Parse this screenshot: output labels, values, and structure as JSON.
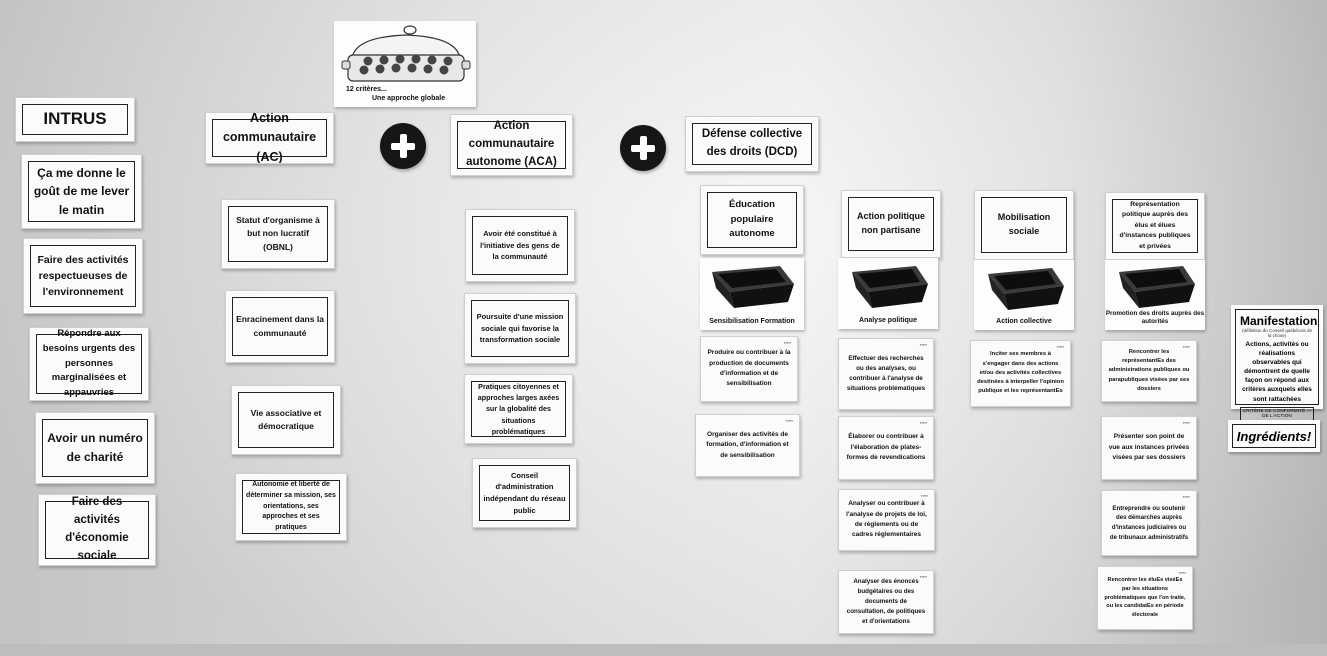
{
  "header_logo": {
    "caption_line1": "12 critères...",
    "caption_line2": "Une approche globale"
  },
  "intrus": {
    "title": "INTRUS",
    "items": [
      "Ça me donne le goût de me lever le matin",
      "Faire des activités respectueuses de l'environnement",
      "Répondre aux besoins urgents des personnes marginalisées et appauvries",
      "Avoir un numéro de charité",
      "Faire des activités d'économie sociale"
    ]
  },
  "ac": {
    "title": "Action communautaire (AC)",
    "items": [
      "Statut d'organisme à but non lucratif (OBNL)",
      "Enracinement dans la communauté",
      "Vie associative et démocratique",
      "Autonomie et liberté de déterminer sa mission, ses orientations, ses approches et ses pratiques"
    ]
  },
  "aca": {
    "title": "Action communautaire autonome (ACA)",
    "items": [
      "Avoir été constitué à l'initiative des gens de la communauté",
      "Poursuite d'une mission sociale qui favorise la transformation sociale",
      "Pratiques citoyennes et approches larges axées sur la globalité des situations problématiques",
      "Conseil d'administration indépendant du réseau public"
    ]
  },
  "dcd": {
    "title": "Défense collective des droits (DCD)",
    "columns": [
      {
        "header": "Éducation populaire autonome",
        "pan_label": "Sensibilisation Formation",
        "items": [
          "Produire ou contribuer à la production de documents d'information et de sensibilisation",
          "Organiser des activités de formation, d'information et de sensibilisation"
        ]
      },
      {
        "header": "Action politique non partisane",
        "pan_label": "Analyse politique",
        "items": [
          "Effectuer des recherches ou des analyses, ou contribuer à l'analyse de situations problématiques",
          "Élaborer ou contribuer à l'élaboration de plates-formes de revendications",
          "Analyser ou contribuer à l'analyse de projets de loi, de règlements ou de cadres réglementaires",
          "Analyser des énoncés budgétaires ou des documents de consultation, de politiques et d'orientations"
        ]
      },
      {
        "header": "Mobilisation sociale",
        "pan_label": "Action collective",
        "items": [
          "Inciter ses membres à s'engager dans des actions et/ou des activités collectives destinées à interpeller l'opinion publique et les représentantEs"
        ]
      },
      {
        "header": "Représentation politique auprès des élus et élues d'instances publiques et privées",
        "pan_label": "Promotion des droits auprès des autorités",
        "items": [
          "Rencontrer les représentantEs des administrations publiques ou parapubliques visées par ses dossiers",
          "Présenter son point de vue aux instances privées visées par ses dossiers",
          "Entreprendre ou soutenir des démarches auprès d'instances judiciaires ou de tribunaux administratifs",
          "Rencontrer les éluEs viséEs par les situations problématiques que l'on traite, ou les candidatEs en période électorale"
        ]
      }
    ]
  },
  "manifestation": {
    "title": "Manifestation",
    "subtitle": "(définition du Conseil québécois de la chose)",
    "body": "Actions, activités ou réalisations observables qui démontrent de quelle façon on répond aux critères auxquels elles sont rattachées",
    "link": "CRITÈRE DE CONFORMITÉ — DE L'ACTION"
  },
  "ingredients": {
    "label": "Ingrédients!"
  },
  "colors": {
    "card": "#fbfbfb",
    "ink": "#111111",
    "plus_circle": "#161616",
    "pan": "#1a1a1a"
  },
  "icons": [
    "muffin-pan-icon",
    "plus-icon",
    "baking-pan-icon"
  ]
}
